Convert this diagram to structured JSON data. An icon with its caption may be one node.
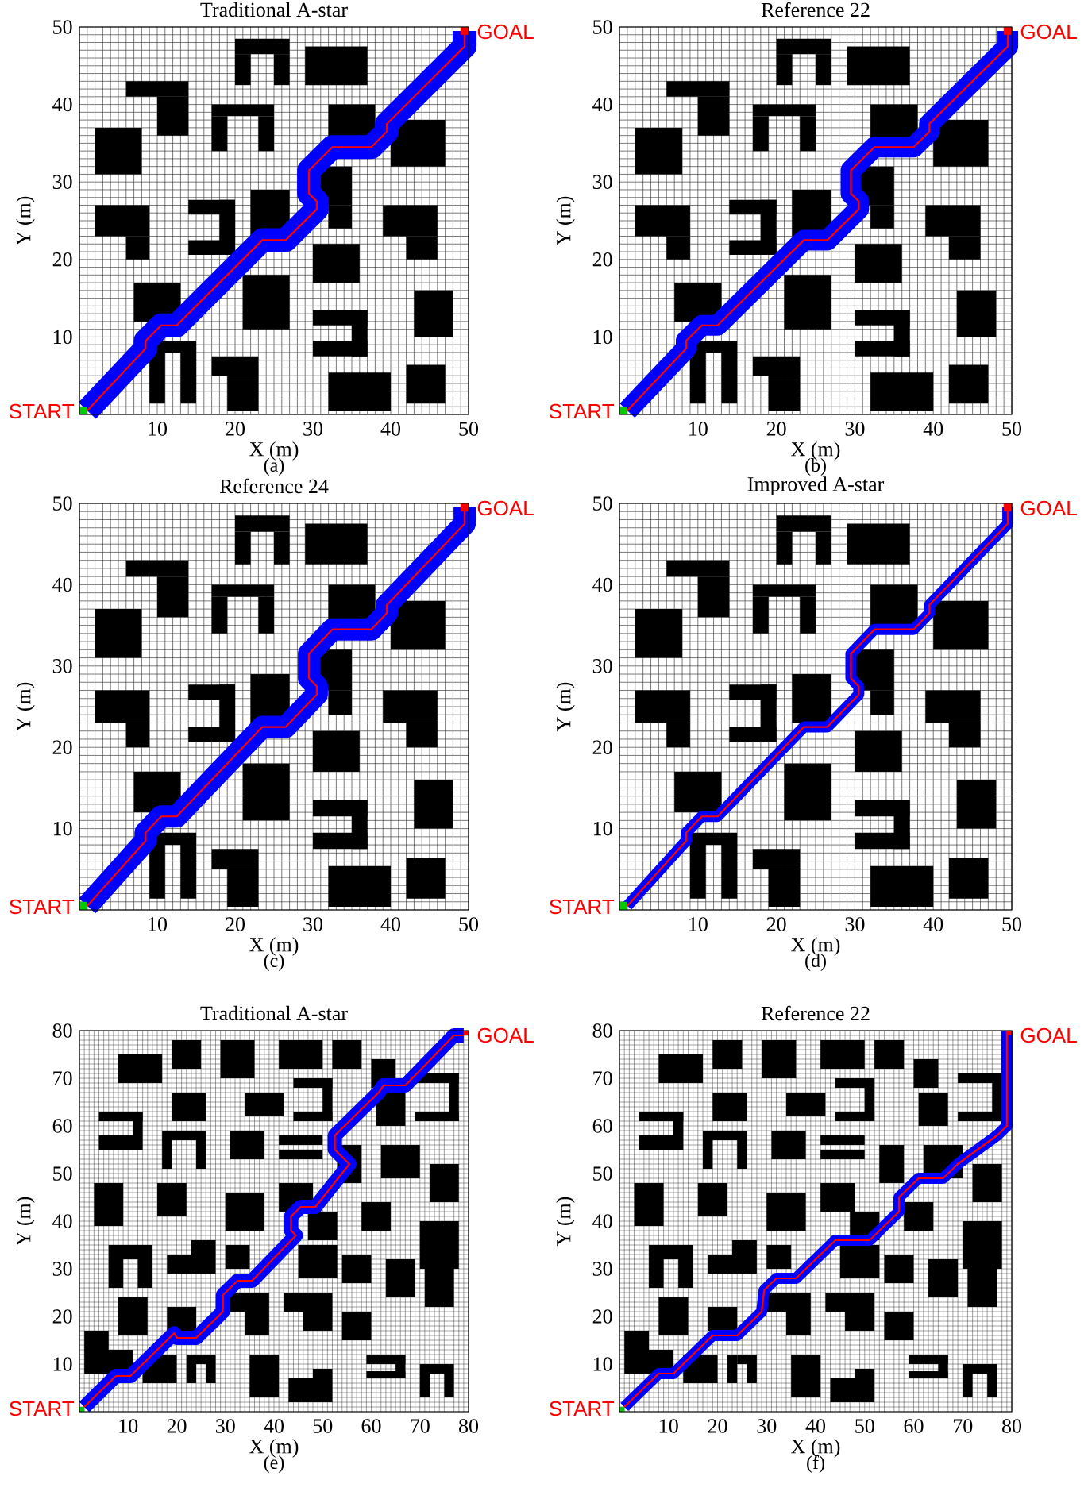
{
  "diagram": {
    "labels": [
      "Traditional A-star",
      "Reference 22",
      "50",
      "GOAL",
      "50",
      "GOAL",
      "40",
      "40",
      "30",
      "30",
      "Y (m)",
      "Y (m)",
      "20",
      "20",
      "10",
      "10",
      "START",
      "START",
      "10",
      "20",
      "30",
      "40",
      "50",
      "10",
      "20",
      "30",
      "40",
      "50",
      "X (m)",
      "X (m)",
      "(a)",
      "(b)",
      "Reference 24",
      "Improved A-star",
      "50",
      "GOAL",
      "50",
      "GOAL",
      "40",
      "40",
      "30",
      "30",
      "Y (m)",
      "Y (m)",
      "20",
      "20",
      "10",
      "10",
      "START",
      "START",
      "10",
      "20",
      "30",
      "40",
      "50",
      "10",
      "20",
      "30",
      "40",
      "50",
      "X (m)",
      "X (m)",
      "(c)",
      "(d)",
      "Traditional A-star",
      "Reference 22",
      "80",
      "GOAL",
      "80",
      "GOAL",
      "70",
      "70",
      "60",
      "60",
      "50",
      "50",
      "Y (m)",
      "40",
      "Y (m)",
      "40",
      "30",
      "30",
      "20",
      "20",
      "10",
      "10",
      "START",
      "START",
      "10",
      "20",
      "30",
      "40",
      "50",
      "60",
      "70",
      "80",
      "10",
      "20",
      "30",
      "40",
      "50",
      "60",
      "70",
      "80",
      "X (m)",
      "X (m)",
      "(e)",
      "(f)"
    ]
  }
}
